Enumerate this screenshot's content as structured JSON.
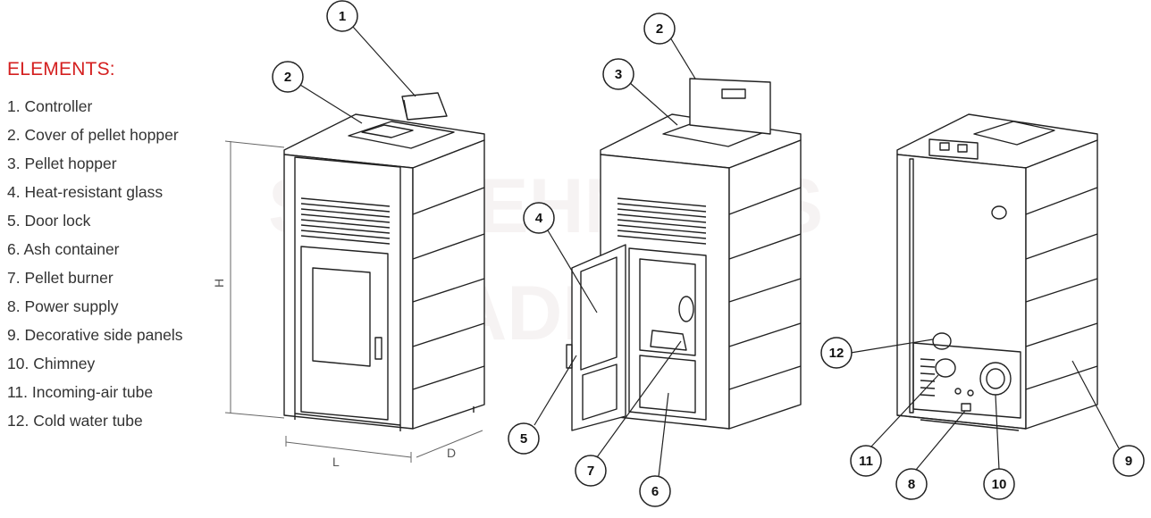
{
  "legend": {
    "title": "ELEMENTS:",
    "items": [
      "1. Controller",
      "2. Cover of pellet hopper",
      "3. Pellet hopper",
      "4. Heat-resistant glass",
      "5. Door lock",
      "6. Ash container",
      "7. Pellet burner",
      "8. Power supply",
      "9. Decorative side panels",
      "10. Chimney",
      "11. Incoming-air tube",
      "12. Cold water tube"
    ]
  },
  "dimensions": {
    "height": "H",
    "length": "L",
    "depth": "D"
  },
  "callouts": {
    "front": [
      "1",
      "2"
    ],
    "open": [
      "2",
      "3",
      "4",
      "5",
      "6",
      "7"
    ],
    "back": [
      "8",
      "9",
      "10",
      "11",
      "12"
    ]
  },
  "watermark": {
    "line1": "SANTEHNIKAS",
    "line2": "PARADIZE.LV"
  },
  "colors": {
    "legend_title": "#d42020",
    "legend_text": "#333333",
    "line": "#222222"
  }
}
